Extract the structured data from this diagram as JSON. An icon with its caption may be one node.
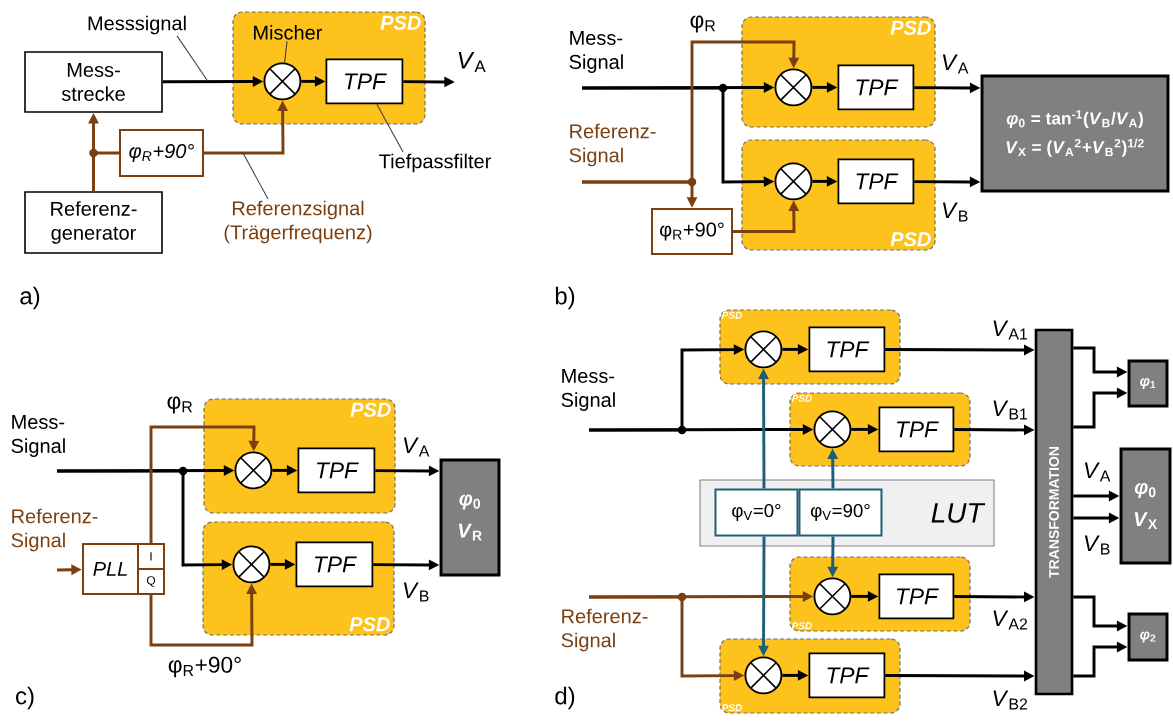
{
  "diagram": {
    "nodes": [
      {
        "text": [
          "PSD"
        ]
      },
      {
        "text": [],
        "shape": "circle",
        "in": 0
      },
      {
        "text": [
          "TPF"
        ],
        "in": 0
      },
      {
        "text": [
          "Mess- strecke"
        ]
      },
      {
        "text": [
          "Referenz- generator"
        ]
      },
      {
        "text": [
          "φ$_{R}$+90°"
        ]
      },
      {
        "text": [
          "*V*$_{A}$"
        ]
      },
      {
        "text": [
          "Messsignal"
        ]
      },
      {
        "text": [
          "Mischer"
        ],
        "in": 0
      },
      {
        "text": [
          "Tiefpassfilter"
        ]
      },
      {
        "text": [
          "Referenzsignal (Trägerfrequenz)"
        ]
      },
      {
        "text": [
          "Mess- Signal"
        ]
      },
      {
        "text": [
          "Referenz- Signal"
        ]
      },
      {
        "text": [
          "PSD"
        ]
      },
      {
        "text": [],
        "shape": "circle",
        "in": 13
      },
      {
        "text": [
          "TPF"
        ],
        "in": 13
      },
      {
        "text": [
          "PSD"
        ]
      },
      {
        "text": [],
        "shape": "circle",
        "in": 16
      },
      {
        "text": [
          "TPF"
        ],
        "in": 16
      },
      {
        "text": [
          "φ$_{R}$+90°"
        ]
      },
      {
        "text": [
          "*φ*$_{0}$ = tan$^{-1}$(*V*$_{B}$/*V*$_{A}$)",
          "*V*$_{X}$ = (*V*$_{A}$$^{2}$+*V*$_{B}$$^{2}$)$^{1/2}$"
        ]
      },
      {
        "text": [
          "Mess- Signal"
        ]
      },
      {
        "text": [
          "Referenz- Signal"
        ]
      },
      {
        "text": [
          "PLL"
        ]
      },
      {
        "text": [
          "I"
        ]
      },
      {
        "text": [
          "Q"
        ]
      },
      {
        "text": [
          "PSD"
        ]
      },
      {
        "text": [],
        "shape": "circle",
        "in": 26
      },
      {
        "text": [
          "TPF"
        ],
        "in": 26
      },
      {
        "text": [
          "PSD"
        ]
      },
      {
        "text": [],
        "shape": "circle",
        "in": 29
      },
      {
        "text": [
          "TPF"
        ],
        "in": 29
      },
      {
        "text": [
          "*φ*$_{0}$",
          "*V*$_{R}$"
        ]
      },
      {
        "text": [
          "Mess- Signal"
        ]
      },
      {
        "text": [
          "Referenz- Signal"
        ]
      },
      {
        "text": [
          "PSD"
        ]
      },
      {
        "text": [],
        "shape": "circle",
        "in": 35
      },
      {
        "text": [
          "TPF"
        ],
        "in": 35
      },
      {
        "text": [
          "PSD"
        ]
      },
      {
        "text": [],
        "shape": "circle",
        "in": 38
      },
      {
        "text": [
          "TPF"
        ],
        "in": 38
      },
      {
        "text": [
          "LUT"
        ]
      },
      {
        "text": [
          "φ$_{V}$=0°"
        ],
        "in": 41
      },
      {
        "text": [
          "φ$_{V}$=90°"
        ],
        "in": 41
      },
      {
        "text": [
          "PSD"
        ]
      },
      {
        "text": [],
        "shape": "circle",
        "in": 44
      },
      {
        "text": [
          "TPF"
        ],
        "in": 44
      },
      {
        "text": [
          "PSD"
        ]
      },
      {
        "text": [],
        "shape": "circle",
        "in": 47
      },
      {
        "text": [
          "TPF"
        ],
        "in": 47
      },
      {
        "text": [
          "TRANSFORMATION"
        ]
      },
      {
        "text": [
          "*φ*$_{1}$"
        ]
      },
      {
        "text": [
          "*φ*$_{0}$",
          "*V*$_{X}$"
        ]
      },
      {
        "text": [
          "*φ*$_{2}$"
        ]
      }
    ],
    "edges": [
      {
        "from": 3,
        "to": 1,
        "arrow": "to"
      },
      {
        "from": 1,
        "to": 2,
        "arrow": "to"
      },
      {
        "from": 2,
        "to": 6,
        "arrow": "to"
      },
      {
        "from": 4,
        "to": 3,
        "arrow": "to",
        "color": "#7b3f10"
      },
      {
        "from": 4,
        "to": 5,
        "arrow": "none",
        "color": "#7b3f10"
      },
      {
        "from": 5,
        "to": 1,
        "arrow": "to",
        "color": "#7b3f10"
      },
      {
        "from": 7,
        "to": null,
        "arrow": "none",
        "color": "#404040"
      },
      {
        "from": 8,
        "to": 1,
        "arrow": "none",
        "color": "#404040"
      },
      {
        "from": 9,
        "to": 2,
        "arrow": "none",
        "color": "#404040"
      },
      {
        "from": 10,
        "to": null,
        "arrow": "none",
        "color": "#404040"
      },
      {
        "from": 11,
        "to": 14,
        "arrow": "to"
      },
      {
        "from": 11,
        "to": 17,
        "arrow": "to"
      },
      {
        "from": 14,
        "to": 15,
        "arrow": "to"
      },
      {
        "from": 17,
        "to": 18,
        "arrow": "to"
      },
      {
        "from": 15,
        "to": 20,
        "arrow": "to",
        "label": "*V*$_{A}$"
      },
      {
        "from": 18,
        "to": 20,
        "arrow": "to",
        "label": "*V*$_{B}$"
      },
      {
        "from": 12,
        "to": 14,
        "arrow": "to",
        "color": "#7b3f10",
        "label": "φ$_{R}$"
      },
      {
        "from": 12,
        "to": 19,
        "arrow": "to",
        "color": "#7b3f10"
      },
      {
        "from": 19,
        "to": 17,
        "arrow": "to",
        "color": "#7b3f10"
      },
      {
        "from": 21,
        "to": 27,
        "arrow": "to"
      },
      {
        "from": 21,
        "to": 30,
        "arrow": "to"
      },
      {
        "from": 27,
        "to": 28,
        "arrow": "to"
      },
      {
        "from": 30,
        "to": 31,
        "arrow": "to"
      },
      {
        "from": 28,
        "to": 32,
        "arrow": "to",
        "label": "*V*$_{A}$"
      },
      {
        "from": 31,
        "to": 32,
        "arrow": "to",
        "label": "*V*$_{B}$"
      },
      {
        "from": 24,
        "to": 27,
        "arrow": "to",
        "color": "#7b3f10",
        "label": "φ$_{R}$"
      },
      {
        "from": 25,
        "to": 30,
        "arrow": "to",
        "color": "#7b3f10",
        "label": "φ$_{R}$+90°"
      },
      {
        "from": 22,
        "to": 23,
        "arrow": "to",
        "color": "#7b3f10"
      },
      {
        "from": 33,
        "to": 36,
        "arrow": "to"
      },
      {
        "from": 33,
        "to": 39,
        "arrow": "to"
      },
      {
        "from": 34,
        "to": 45,
        "arrow": "to",
        "color": "#7b3f10"
      },
      {
        "from": 34,
        "to": 48,
        "arrow": "to",
        "color": "#7b3f10"
      },
      {
        "from": 36,
        "to": 37,
        "arrow": "to"
      },
      {
        "from": 39,
        "to": 40,
        "arrow": "to"
      },
      {
        "from": 45,
        "to": 46,
        "arrow": "to"
      },
      {
        "from": 48,
        "to": 49,
        "arrow": "to"
      },
      {
        "from": 37,
        "to": 50,
        "arrow": "to",
        "label": "*V*$_{A1}$"
      },
      {
        "from": 40,
        "to": 50,
        "arrow": "to",
        "label": "*V*$_{B1}$"
      },
      {
        "from": 46,
        "to": 50,
        "arrow": "to",
        "label": "*V*$_{A2}$"
      },
      {
        "from": 49,
        "to": 50,
        "arrow": "to",
        "label": "*V*$_{B2}$"
      },
      {
        "from": 50,
        "to": 51,
        "arrow": "to"
      },
      {
        "from": 50,
        "to": 51,
        "arrow": "to"
      },
      {
        "from": 50,
        "to": 52,
        "arrow": "to",
        "label": "*V*$_{A}$"
      },
      {
        "from": 50,
        "to": 52,
        "arrow": "to",
        "label": "*V*$_{B}$"
      },
      {
        "from": 50,
        "to": 53,
        "arrow": "to"
      },
      {
        "from": 50,
        "to": 53,
        "arrow": "to"
      },
      {
        "from": 42,
        "to": 36,
        "arrow": "to",
        "color": "#1f5e73"
      },
      {
        "from": 42,
        "to": 48,
        "arrow": "to",
        "color": "#1f5e73"
      },
      {
        "from": 43,
        "to": 39,
        "arrow": "to",
        "color": "#1f5e73"
      },
      {
        "from": 43,
        "to": 45,
        "arrow": "to",
        "color": "#1f5e73"
      }
    ],
    "labels": [
      "a)",
      "b)",
      "c)",
      "d)"
    ]
  }
}
